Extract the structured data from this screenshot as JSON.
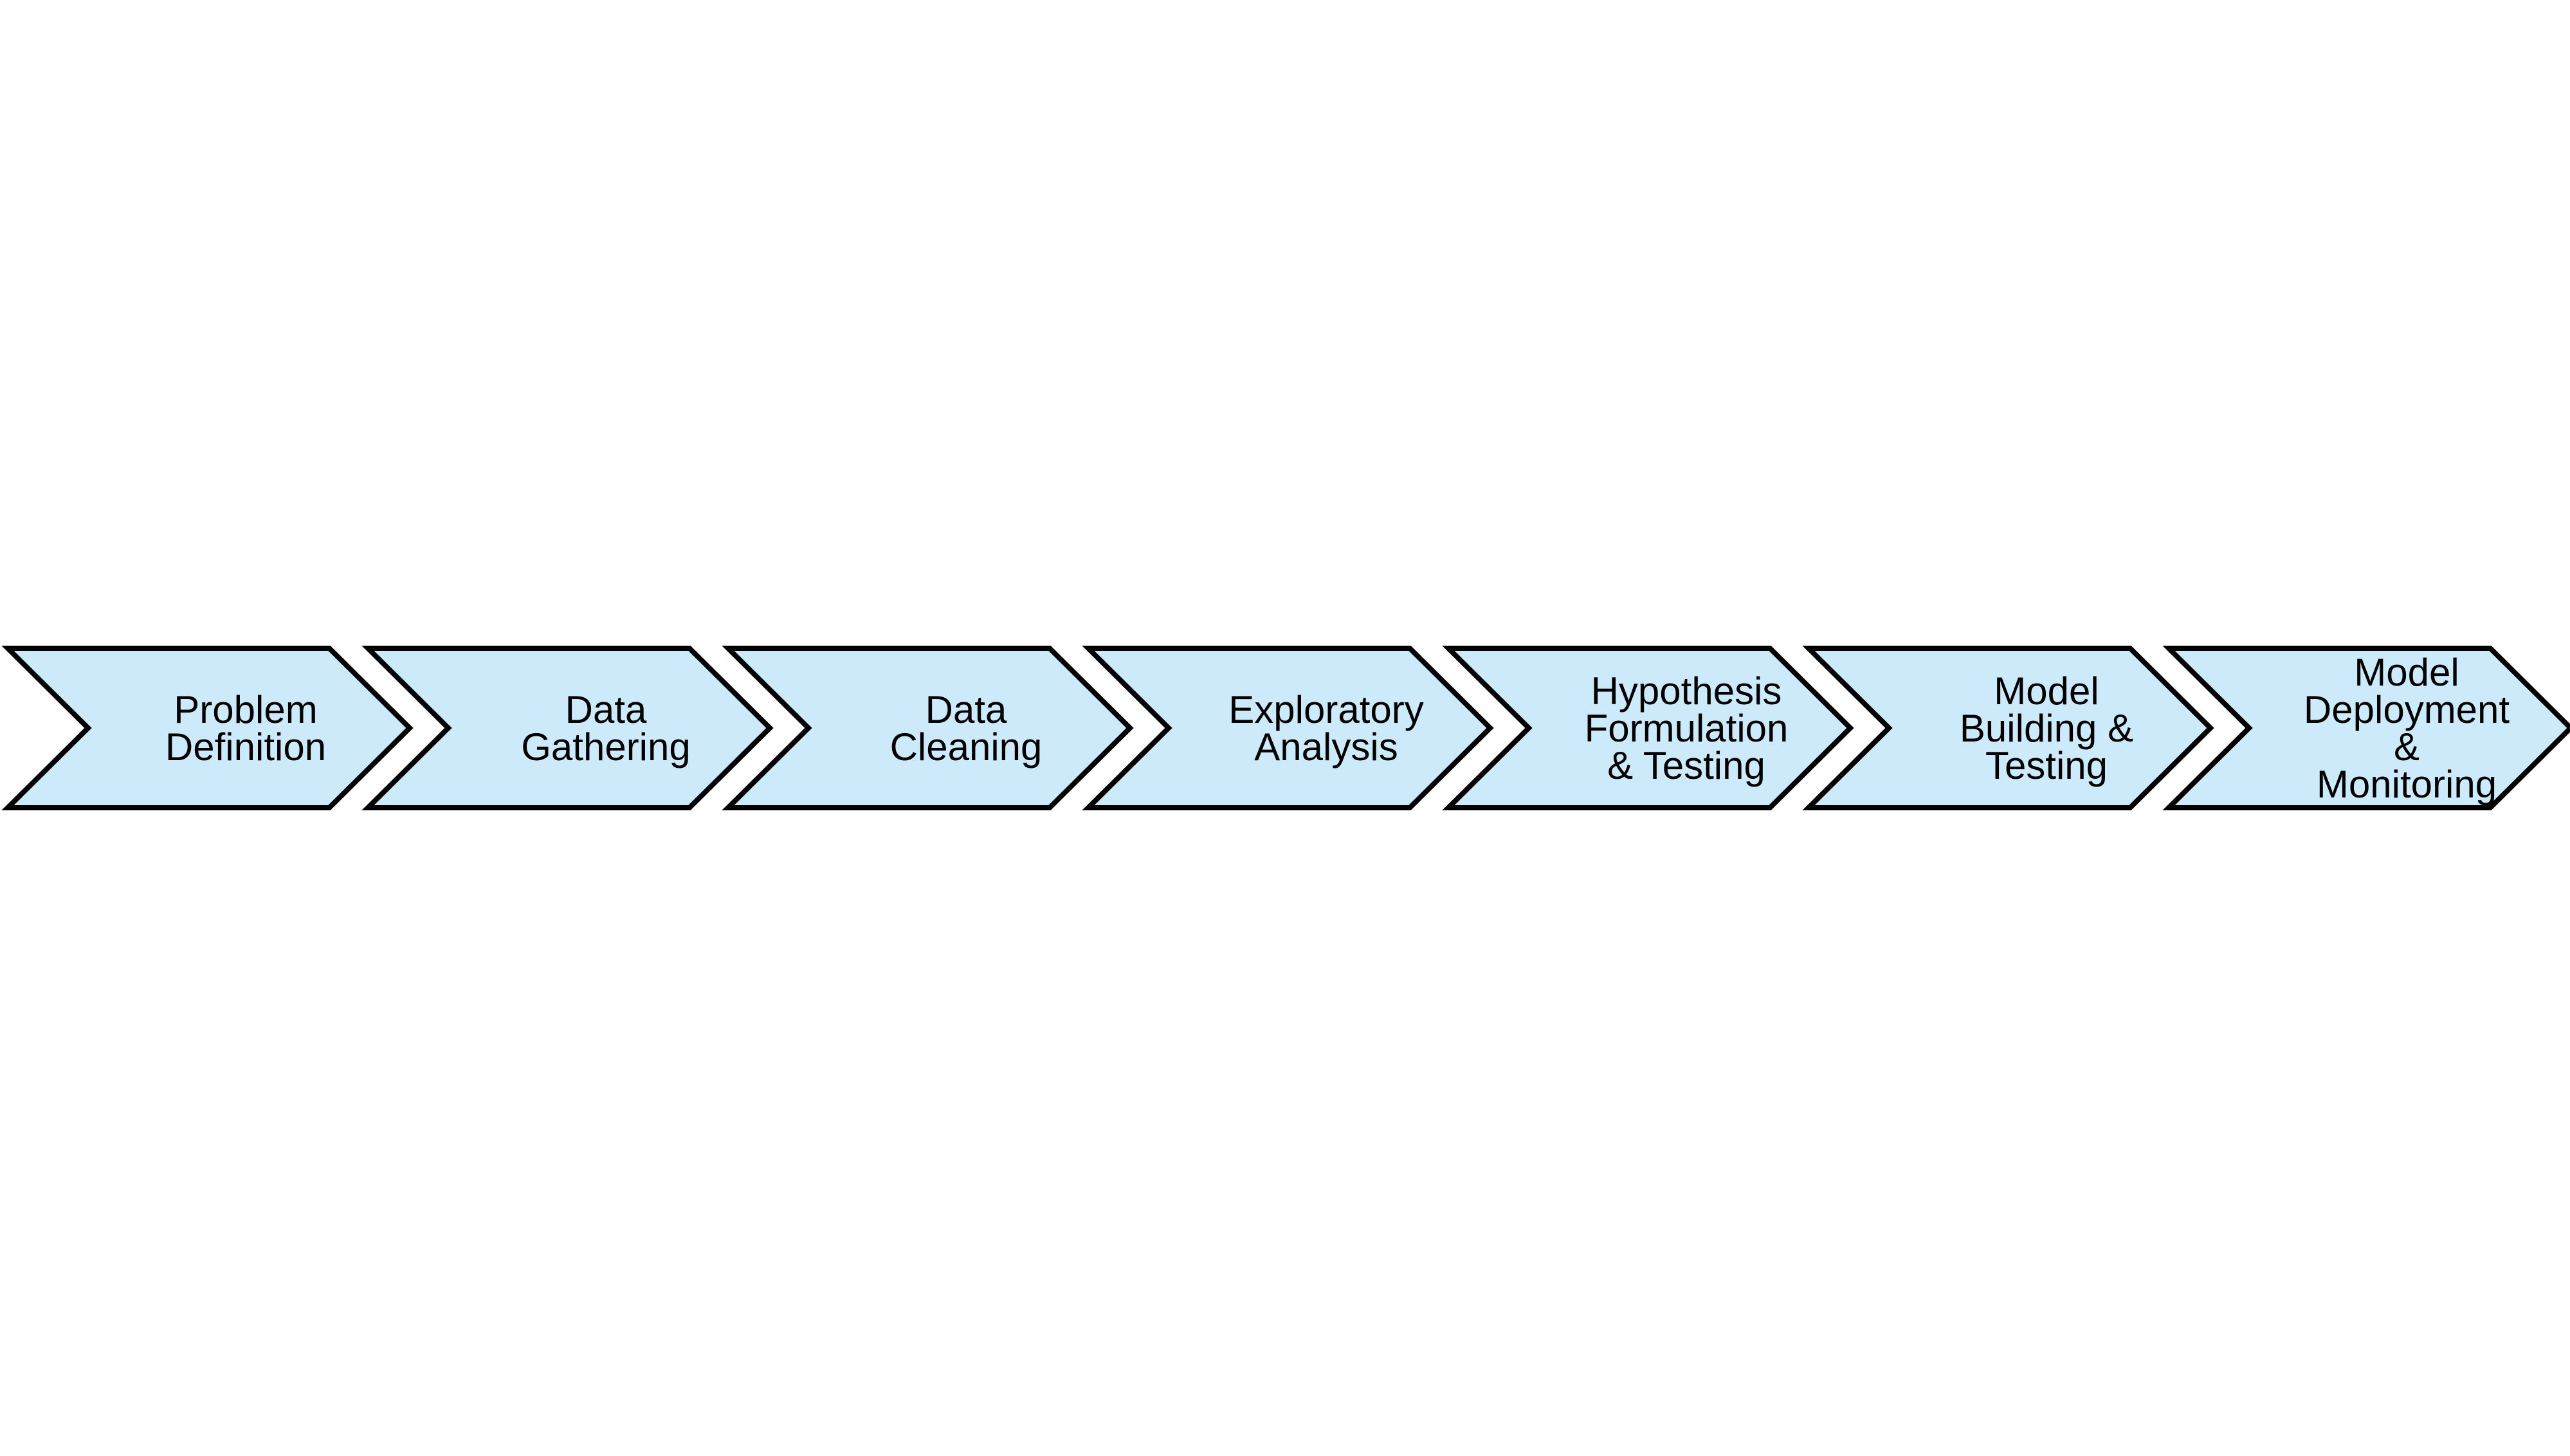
{
  "colors": {
    "fill": "#cdeafb",
    "stroke": "#000000",
    "text": "#000000",
    "background": "#ffffff"
  },
  "steps": [
    {
      "lines": [
        "Problem",
        "Definition"
      ]
    },
    {
      "lines": [
        "Data",
        "Gathering"
      ]
    },
    {
      "lines": [
        "Data",
        "Cleaning"
      ]
    },
    {
      "lines": [
        "Exploratory",
        "Analysis"
      ]
    },
    {
      "lines": [
        "Hypothesis",
        "Formulation",
        "& Testing"
      ]
    },
    {
      "lines": [
        "Model",
        "Building &",
        "Testing"
      ]
    },
    {
      "lines": [
        "Model",
        "Deployment",
        "&",
        "Monitoring"
      ]
    }
  ]
}
